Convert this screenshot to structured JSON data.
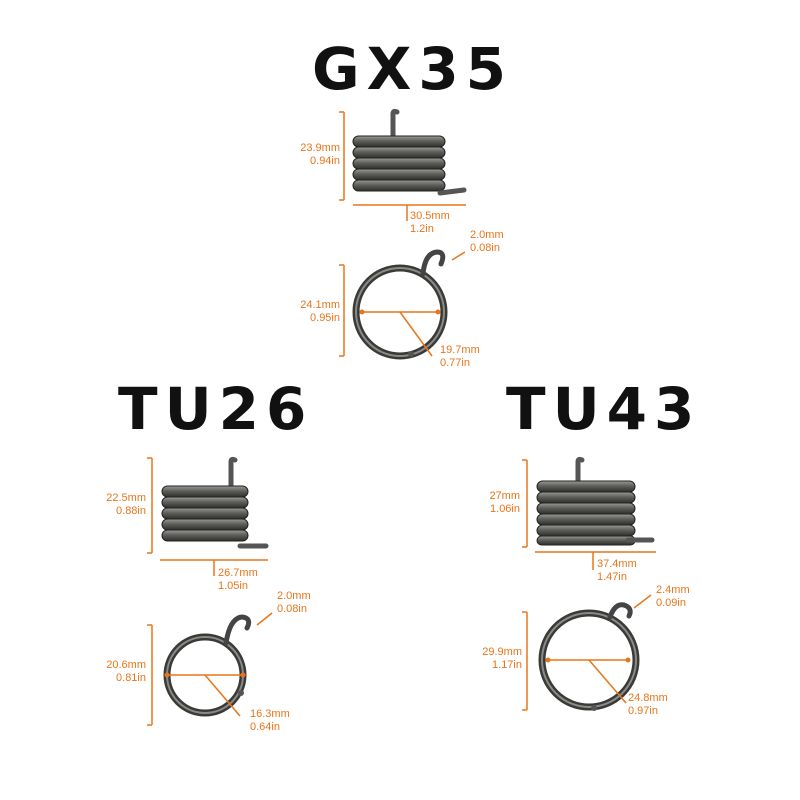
{
  "accent_color": "#e8751a",
  "springs": {
    "gx35": {
      "title": "GX35",
      "side_height": {
        "mm": "23.9mm",
        "in": "0.94in"
      },
      "side_length": {
        "mm": "30.5mm",
        "in": "1.2in"
      },
      "ring_wire": {
        "mm": "2.0mm",
        "in": "0.08in"
      },
      "ring_outer": {
        "mm": "24.1mm",
        "in": "0.95in"
      },
      "ring_inner": {
        "mm": "19.7mm",
        "in": "0.77in"
      }
    },
    "tu26": {
      "title": "TU26",
      "side_height": {
        "mm": "22.5mm",
        "in": "0.88in"
      },
      "side_length": {
        "mm": "26.7mm",
        "in": "1.05in"
      },
      "ring_wire": {
        "mm": "2.0mm",
        "in": "0.08in"
      },
      "ring_outer": {
        "mm": "20.6mm",
        "in": "0.81in"
      },
      "ring_inner": {
        "mm": "16.3mm",
        "in": "0.64in"
      }
    },
    "tu43": {
      "title": "TU43",
      "side_height": {
        "mm": "27mm",
        "in": "1.06in"
      },
      "side_length": {
        "mm": "37.4mm",
        "in": "1.47in"
      },
      "ring_wire": {
        "mm": "2.4mm",
        "in": "0.09in"
      },
      "ring_outer": {
        "mm": "29.9mm",
        "in": "1.17in"
      },
      "ring_inner": {
        "mm": "24.8mm",
        "in": "0.97in"
      }
    }
  }
}
